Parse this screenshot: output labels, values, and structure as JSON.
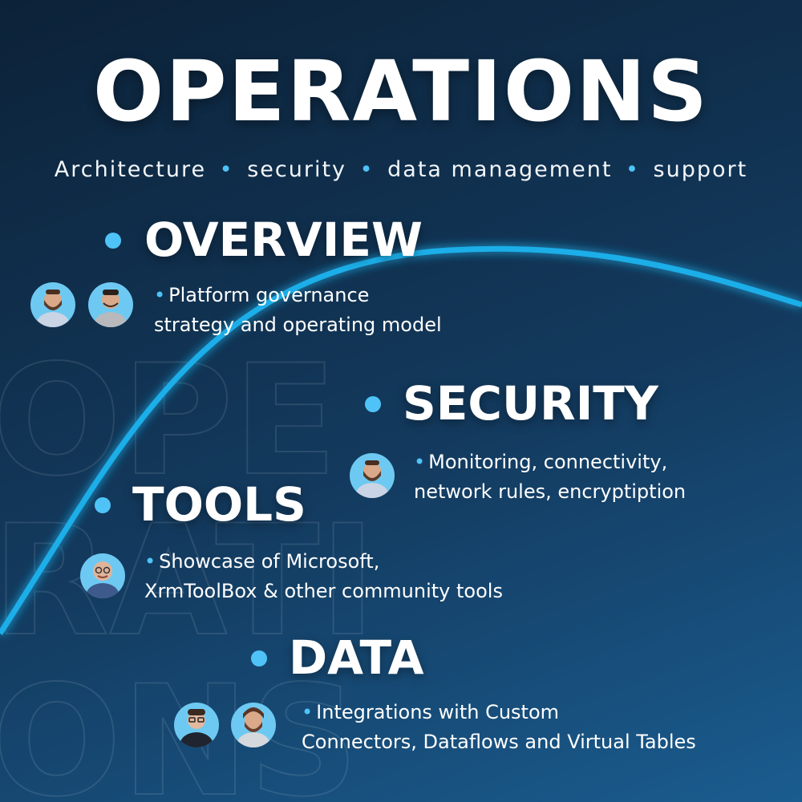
{
  "title": "OPERATIONS",
  "subtitle": {
    "items": [
      "Architecture",
      "security",
      "data management",
      "support"
    ],
    "separator": "•"
  },
  "watermark_text": [
    "OPE",
    "RATI",
    "ONS"
  ],
  "colors": {
    "accent": "#4fc3f7",
    "background_top": "#0c2238",
    "background_bottom": "#1a5c8f",
    "avatar_bg": "#6ec9f2"
  },
  "sections": {
    "overview": {
      "heading": "OVERVIEW",
      "bullet": "•",
      "lines": [
        "Platform governance",
        "strategy and operating model"
      ]
    },
    "security": {
      "heading": "SECURITY",
      "bullet": "•",
      "lines": [
        "Monitoring, connectivity,",
        "network rules, encryptiption"
      ]
    },
    "tools": {
      "heading": "TOOLS",
      "bullet": "•",
      "lines": [
        "Showcase of Microsoft,",
        "XrmToolBox & other community tools"
      ]
    },
    "data": {
      "heading": "DATA",
      "bullet": "•",
      "lines": [
        "Integrations with Custom",
        "Connectors, Dataflows and Virtual Tables"
      ]
    }
  }
}
